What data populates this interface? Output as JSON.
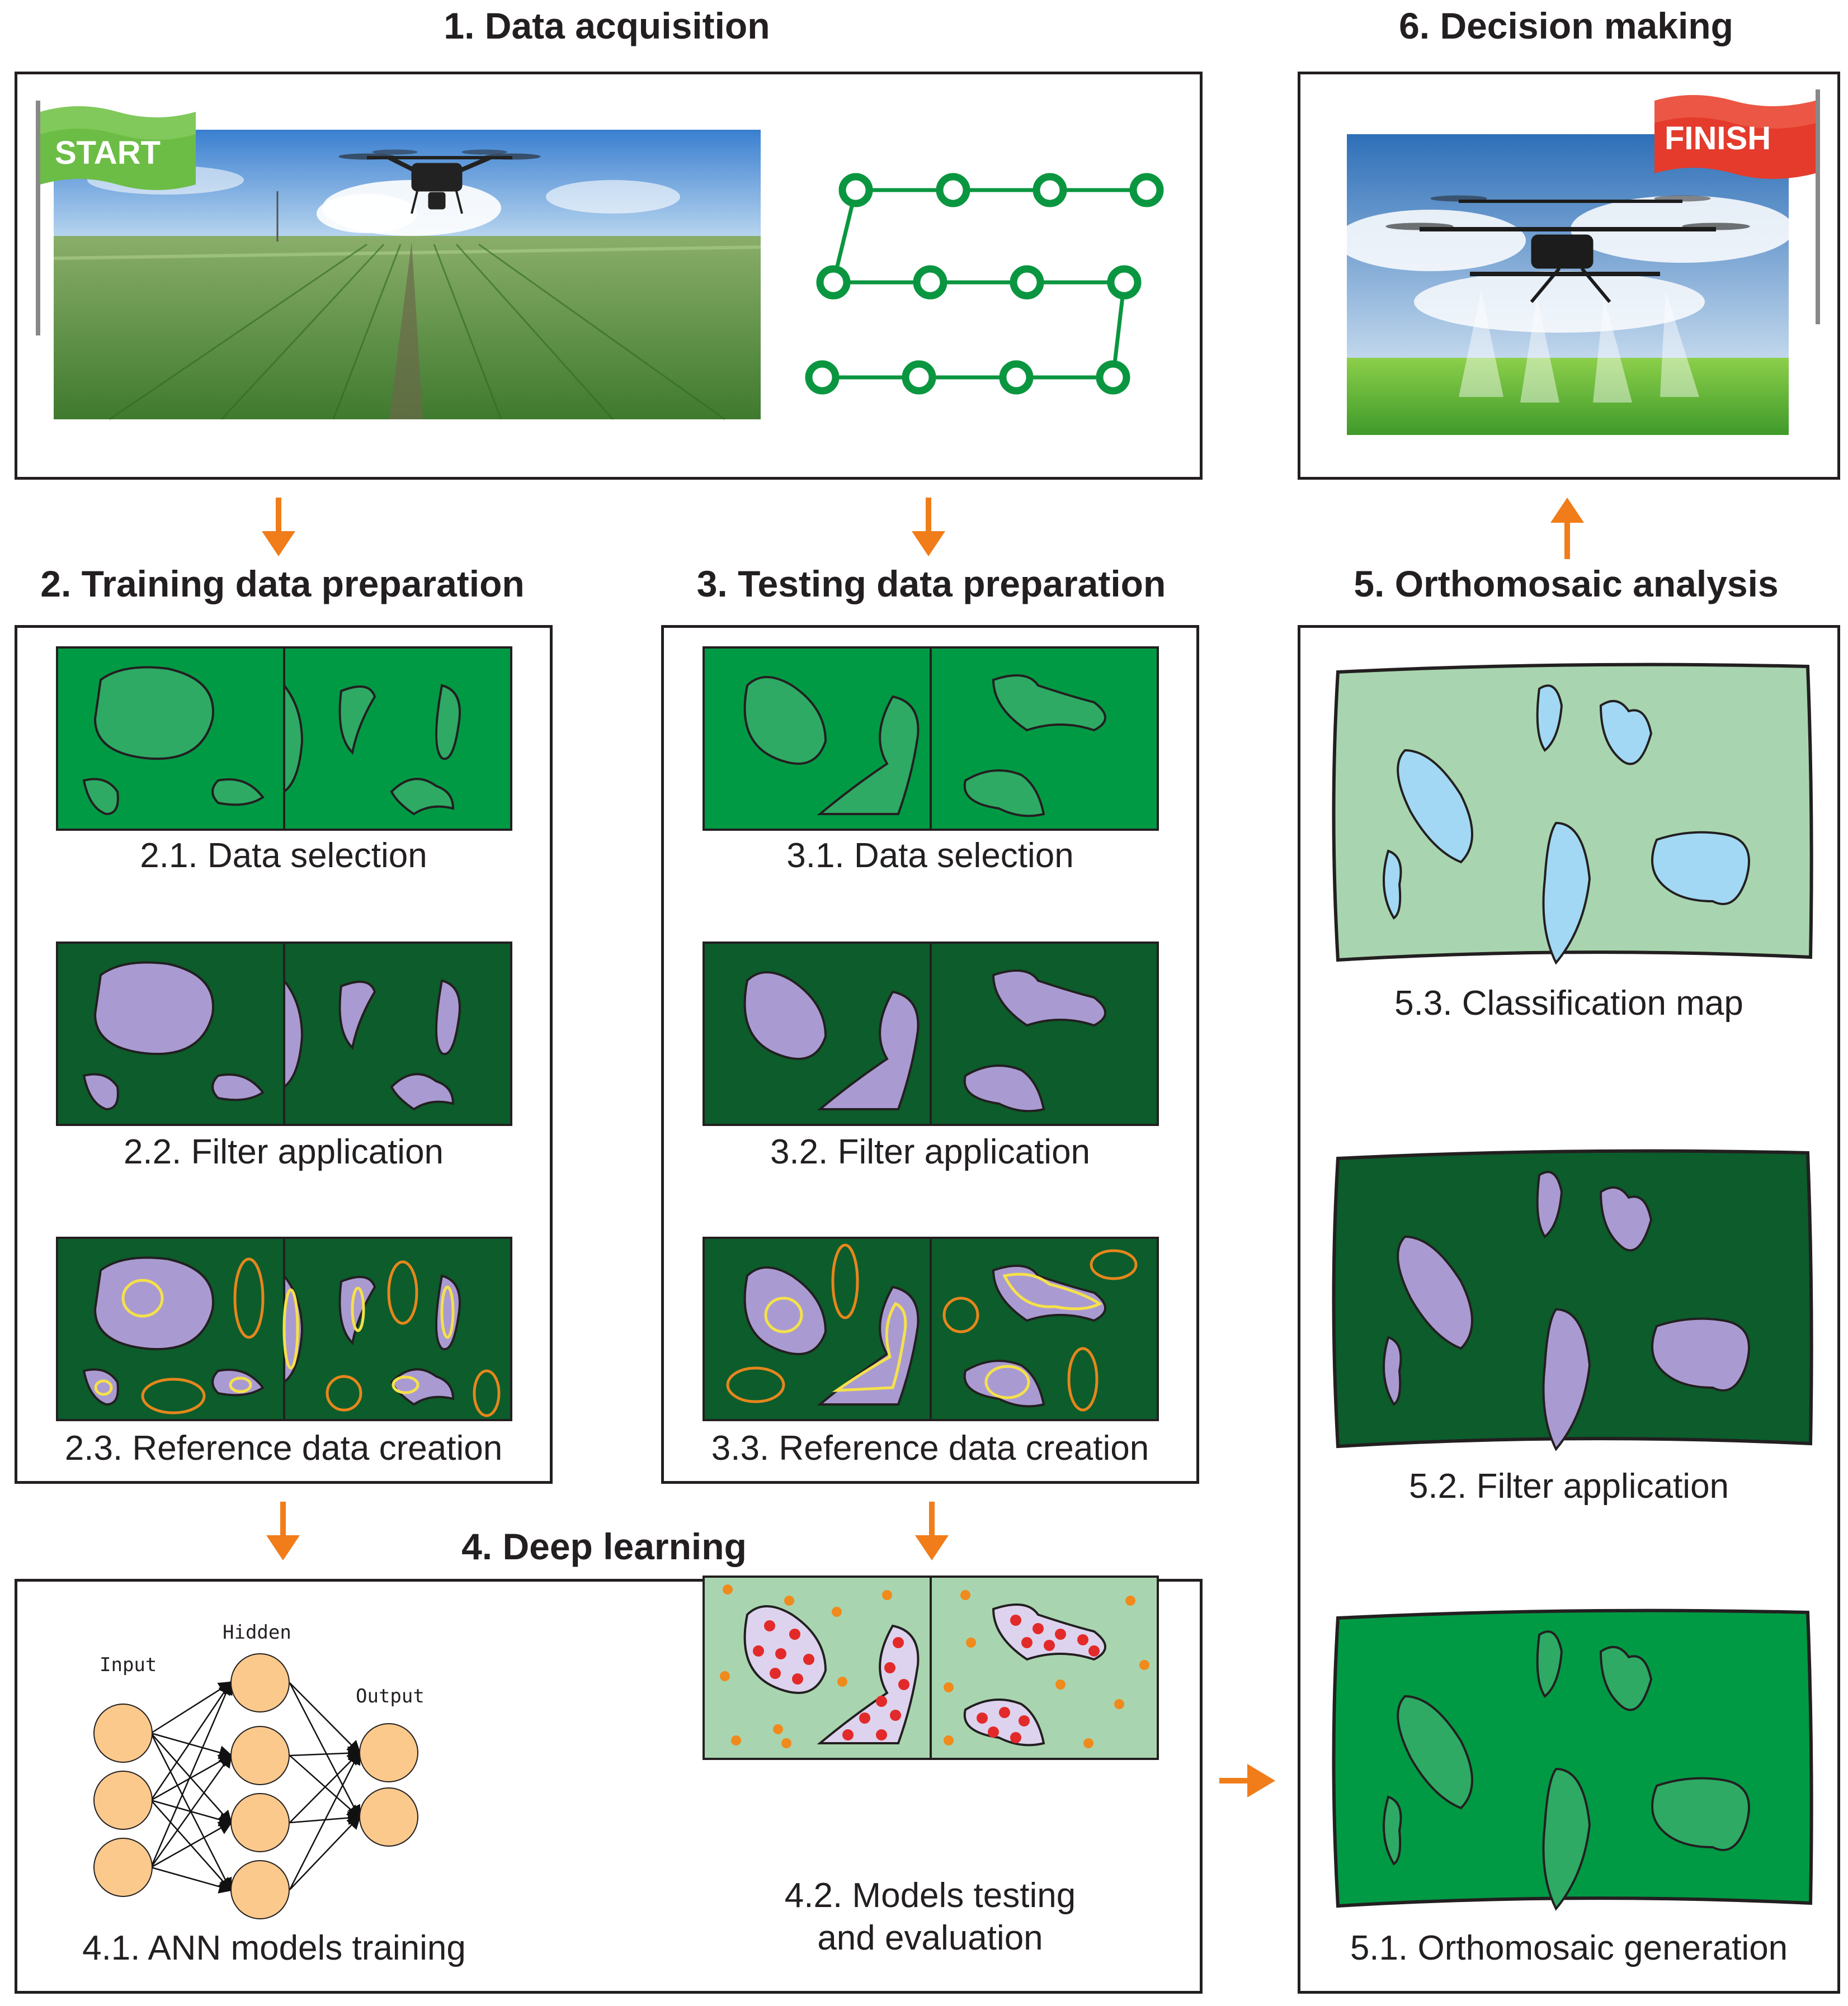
{
  "sections": {
    "data_acquisition": "1. Data acquisition",
    "training_prep": "2. Training data preparation",
    "testing_prep": "3. Testing data preparation",
    "deep_learning": "4. Deep learning",
    "orthomosaic": "5. Orthomosaic analysis",
    "decision": "6. Decision making"
  },
  "flags": {
    "start": "START",
    "finish": "FINISH"
  },
  "training_steps": {
    "s1": "2.1. Data selection",
    "s2": "2.2. Filter application",
    "s3": "2.3. Reference data creation"
  },
  "testing_steps": {
    "s1": "3.1. Data selection",
    "s2": "3.2. Filter application",
    "s3": "3.3. Reference data creation"
  },
  "deep_learning_steps": {
    "s1": "4.1. ANN models training",
    "s2_line1": "4.2. Models testing",
    "s2_line2": "and evaluation"
  },
  "ann_labels": {
    "input": "Input",
    "hidden": "Hidden",
    "output": "Output"
  },
  "ortho_steps": {
    "s1": "5.1. Orthomosaic generation",
    "s2": "5.2. Filter application",
    "s3": "5.3. Classification map"
  },
  "colors": {
    "arrow": "#f07d1a",
    "field_green": "#009a44",
    "patch_green": "#2eaa64",
    "dark_green": "#0c5c2c",
    "lavender": "#a99bd1",
    "light_green": "#a8d5af",
    "light_blue": "#a2d8f3",
    "node_orange": "#fbc98c",
    "path_green": "#0a9640",
    "ref_yellow": "#f5e14a",
    "ref_orange": "#e6861c",
    "point_red": "#e32a2a",
    "point_orange": "#f08a1c"
  }
}
